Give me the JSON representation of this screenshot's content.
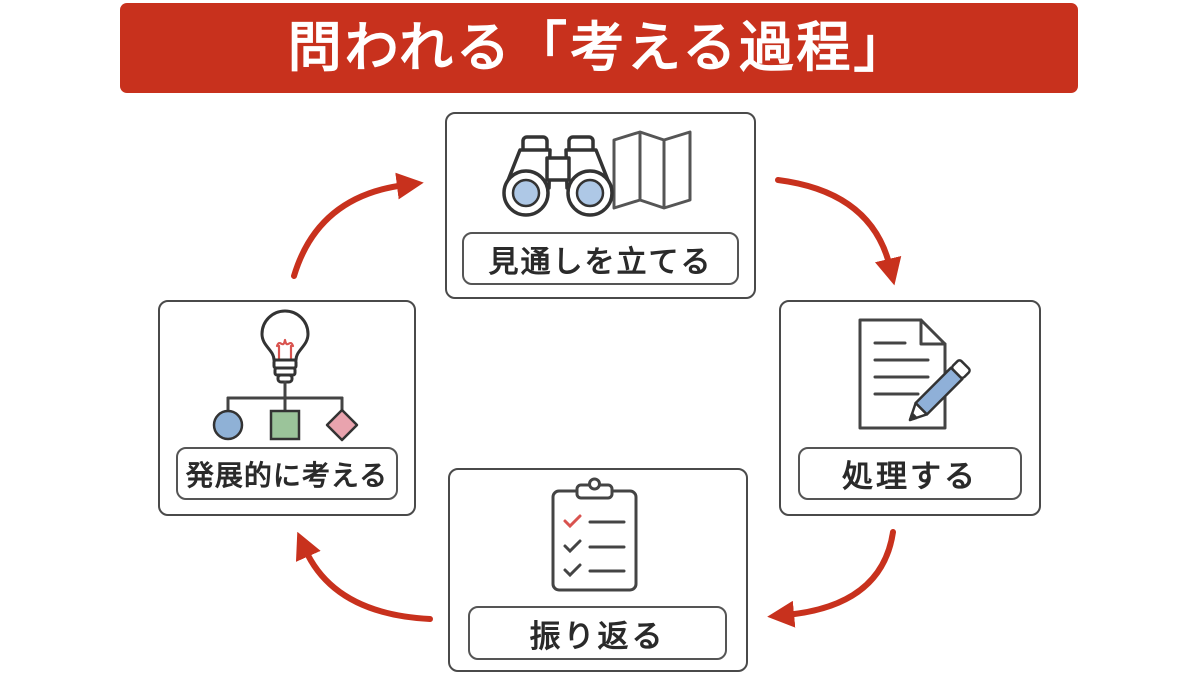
{
  "title": "問われる「考える過程」",
  "colors": {
    "accent": "#c8311d",
    "border": "#4a4a4a",
    "lens": "#aec8e6",
    "pencil": "#8fb0d8",
    "check": "#d9534f",
    "circle": "#8fb1d6",
    "square": "#9bc49a",
    "diamond": "#e9a3ae"
  },
  "steps": [
    {
      "label": "見通しを立てる",
      "icons": [
        "binoculars-icon",
        "map-icon"
      ]
    },
    {
      "label": "処理する",
      "icons": [
        "document-icon",
        "pencil-icon"
      ]
    },
    {
      "label": "振り返る",
      "icons": [
        "clipboard-checklist-icon"
      ]
    },
    {
      "label": "発展的に考える",
      "icons": [
        "lightbulb-icon",
        "flowchart-icon"
      ]
    }
  ]
}
